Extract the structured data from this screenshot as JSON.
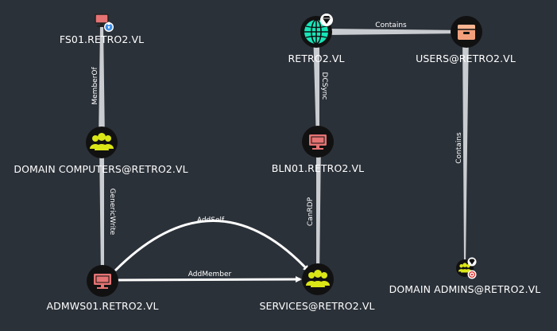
{
  "nodes": {
    "fs01": {
      "label": "FS01.RETRO2.VL",
      "icon": "computer-icon",
      "badge": "marker-icon"
    },
    "domain_computers": {
      "label": "DOMAIN COMPUTERS@RETRO2.VL",
      "icon": "group-icon"
    },
    "admws01": {
      "label": "ADMWS01.RETRO2.VL",
      "icon": "computer-icon"
    },
    "retro2": {
      "label": "RETRO2.VL",
      "icon": "globe-icon",
      "badge": "gem-icon"
    },
    "bln01": {
      "label": "BLN01.RETRO2.VL",
      "icon": "computer-icon"
    },
    "services": {
      "label": "SERVICES@RETRO2.VL",
      "icon": "group-icon"
    },
    "users": {
      "label": "USERS@RETRO2.VL",
      "icon": "box-icon"
    },
    "domain_admins": {
      "label": "DOMAIN ADMINS@RETRO2.VL",
      "icon": "group-icon",
      "badges": [
        "gem-icon",
        "target-icon"
      ]
    }
  },
  "edges": {
    "memberof": "MemberOf",
    "genericwrite": "GenericWrite",
    "addself": "AddSelf",
    "addmember": "AddMember",
    "dcsync": "DCSync",
    "canrdp": "CanRDP",
    "contains_users": "Contains",
    "contains_admins": "Contains"
  },
  "colors": {
    "background": "#2b3139",
    "computer": "#e57373",
    "group": "#dbe617",
    "domain": "#17e6b9",
    "ou_container": "#f2a07b",
    "edge_default": "#9aa0a6",
    "edge_highlight": "#ffffff"
  }
}
